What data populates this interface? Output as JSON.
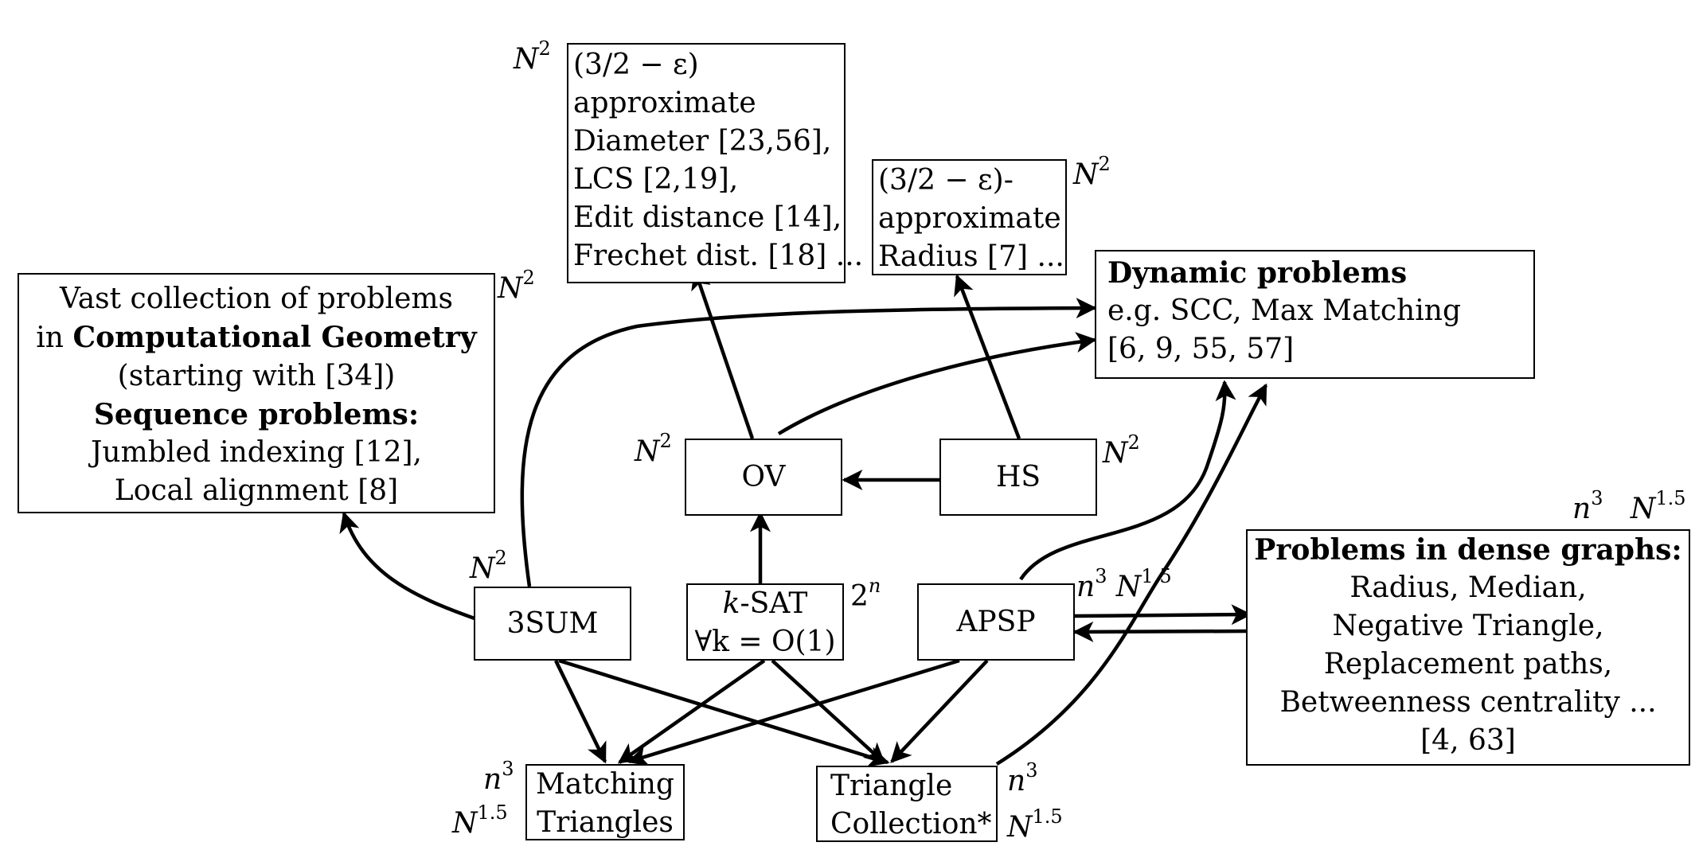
{
  "nodes": {
    "geometry": {
      "lines": [
        {
          "text": "Vast collection of problems",
          "bold": false
        },
        {
          "prefix": "in ",
          "bold_text": "Computational Geometry"
        },
        {
          "text": "(starting with [34])",
          "bold": false
        },
        {
          "text": "Sequence problems:",
          "bold": true
        },
        {
          "text": "Jumbled indexing [12],",
          "bold": false
        },
        {
          "text": "Local alignment [8]",
          "bold": false
        }
      ],
      "bound": "N^2"
    },
    "approx_diameter": {
      "lines": [
        "(3/2 − ε)",
        "approximate",
        "Diameter [23,56],",
        "LCS [2,19],",
        "Edit distance [14],",
        "Frechet dist. [18] ..."
      ],
      "bound": "N^2"
    },
    "approx_radius": {
      "lines": [
        "(3/2 − ε)-",
        "approximate",
        "Radius [7] ..."
      ],
      "bound": "N^2"
    },
    "dynamic": {
      "title": "Dynamic problems",
      "lines": [
        "e.g. SCC, Max Matching",
        "[6, 9, 55, 57]"
      ]
    },
    "ov": {
      "label": "OV",
      "bound": "N^2"
    },
    "hs": {
      "label": "HS",
      "bound": "N^2"
    },
    "three_sum": {
      "label": "3SUM",
      "bound": "N^2"
    },
    "ksat": {
      "line1_var": "k",
      "line1_rest": "-SAT",
      "line2": "∀k = O(1)",
      "bound": "2^n"
    },
    "apsp": {
      "label": "APSP",
      "bound": "n^3 N^1.5"
    },
    "dense": {
      "title": "Problems in dense graphs:",
      "lines": [
        "Radius, Median,",
        "Negative Triangle,",
        "Replacement paths,",
        "Betweenness centrality ...",
        "[4, 63]"
      ],
      "bound": "n^3   N^1.5"
    },
    "matching": {
      "lines": [
        "Matching",
        "Triangles"
      ],
      "bound_top": "n^3",
      "bound_bottom": "N^1.5"
    },
    "triangle": {
      "lines": [
        "Triangle",
        "Collection*"
      ],
      "bound_top": "n^3",
      "bound_bottom": "N^1.5"
    }
  },
  "edges": [
    {
      "from": "three_sum",
      "to": "geometry"
    },
    {
      "from": "three_sum",
      "to": "dynamic"
    },
    {
      "from": "ov",
      "to": "approx_diameter"
    },
    {
      "from": "ov",
      "to": "dynamic"
    },
    {
      "from": "hs",
      "to": "approx_radius"
    },
    {
      "from": "hs",
      "to": "ov"
    },
    {
      "from": "ksat",
      "to": "ov"
    },
    {
      "from": "apsp",
      "to": "dynamic"
    },
    {
      "from": "apsp",
      "to": "dense"
    },
    {
      "from": "dense",
      "to": "apsp"
    },
    {
      "from": "three_sum",
      "to": "matching"
    },
    {
      "from": "three_sum",
      "to": "triangle"
    },
    {
      "from": "ksat",
      "to": "matching"
    },
    {
      "from": "ksat",
      "to": "triangle"
    },
    {
      "from": "apsp",
      "to": "matching"
    },
    {
      "from": "apsp",
      "to": "triangle"
    },
    {
      "from": "triangle",
      "to": "dynamic"
    }
  ]
}
